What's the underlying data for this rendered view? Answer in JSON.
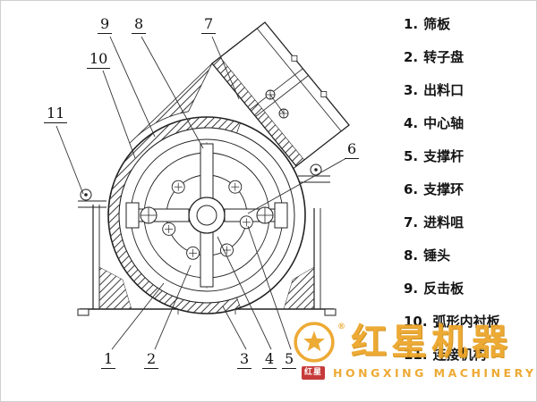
{
  "legend": {
    "items": [
      {
        "num": "1.",
        "label": "筛板"
      },
      {
        "num": "2.",
        "label": "转子盘"
      },
      {
        "num": "3.",
        "label": "出料口"
      },
      {
        "num": "4.",
        "label": "中心轴"
      },
      {
        "num": "5.",
        "label": "支撑杆"
      },
      {
        "num": "6.",
        "label": "支撑环"
      },
      {
        "num": "7.",
        "label": "进料咀"
      },
      {
        "num": "8.",
        "label": "锤头"
      },
      {
        "num": "9.",
        "label": "反击板"
      },
      {
        "num": "10.",
        "label": "弧形内衬板"
      },
      {
        "num": "11.",
        "label": "连接机构"
      }
    ]
  },
  "callouts": {
    "n1": "1",
    "n2": "2",
    "n3": "3",
    "n4": "4",
    "n5": "5",
    "n6": "6",
    "n7": "7",
    "n8": "8",
    "n9": "9",
    "n10": "10",
    "n11": "11"
  },
  "watermark": {
    "brand_cn": "红星机器",
    "brand_en": "HONGXING MACHINERY",
    "registered_mark": "®",
    "seal_text": "红星",
    "accent_color": "#EDA62B",
    "seal_color": "#C53030"
  }
}
